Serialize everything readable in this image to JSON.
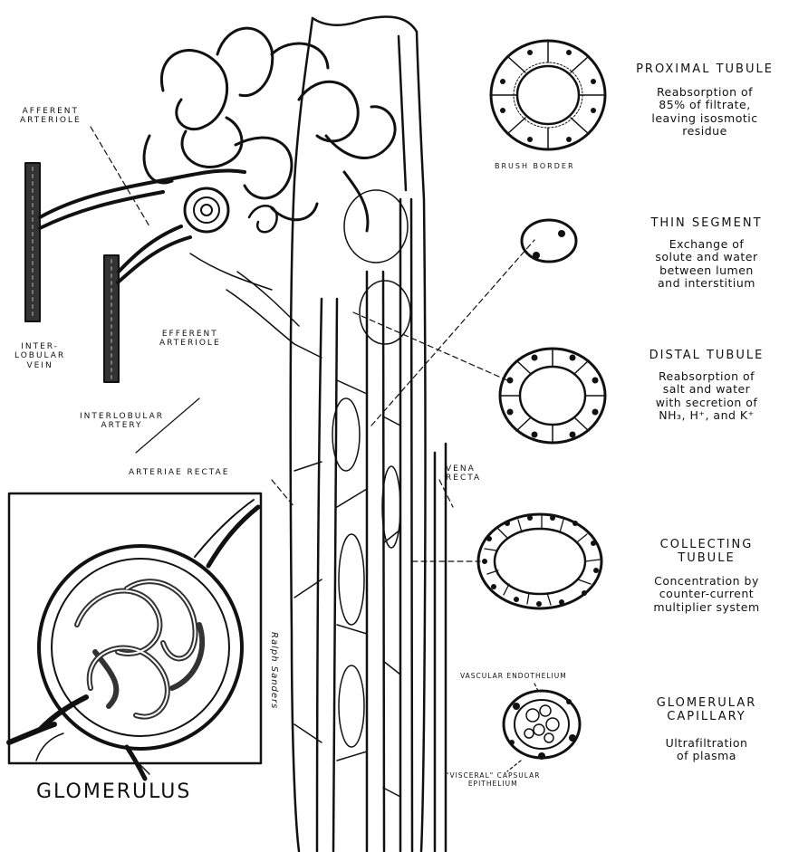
{
  "labels": {
    "afferent_arteriole": "AFFERENT\nARTERIOLE",
    "efferent_arteriole": "EFFERENT\nARTERIOLE",
    "interlobular_vein": "INTER-\nLOBULAR\nVEIN",
    "interlobular_artery": "INTERLOBULAR\nARTERY",
    "arteriae_rectae": "ARTERIAE RECTAE",
    "vena_recta": "VENA\nRECTA",
    "brush_border": "BRUSH BORDER",
    "vascular_endothelium": "VASCULAR ENDOTHELIUM",
    "visceral_capsular_epithelium": "\"VISCERAL\" CAPSULAR\nEPITHELIUM",
    "glomerulus": "GLOMERULUS",
    "signature": "Ralph Sanders"
  },
  "sections": [
    {
      "id": "proximal",
      "title": "PROXIMAL TUBULE",
      "text": "Reabsorption of\n85% of filtrate,\nleaving isosmotic\nresidue"
    },
    {
      "id": "thin",
      "title": "THIN SEGMENT",
      "text": "Exchange of\nsolute and water\nbetween lumen\nand interstitium"
    },
    {
      "id": "distal",
      "title": "DISTAL TUBULE",
      "text": "Reabsorption of\nsalt and water\nwith secretion of\nNH₃, H⁺, and K⁺"
    },
    {
      "id": "collecting",
      "title": "COLLECTING\nTUBULE",
      "text": "Concentration by\ncounter-current\nmultiplier system"
    },
    {
      "id": "capillary",
      "title": "GLOMERULAR\nCAPILLARY",
      "text": "Ultrafiltration\nof plasma"
    }
  ]
}
